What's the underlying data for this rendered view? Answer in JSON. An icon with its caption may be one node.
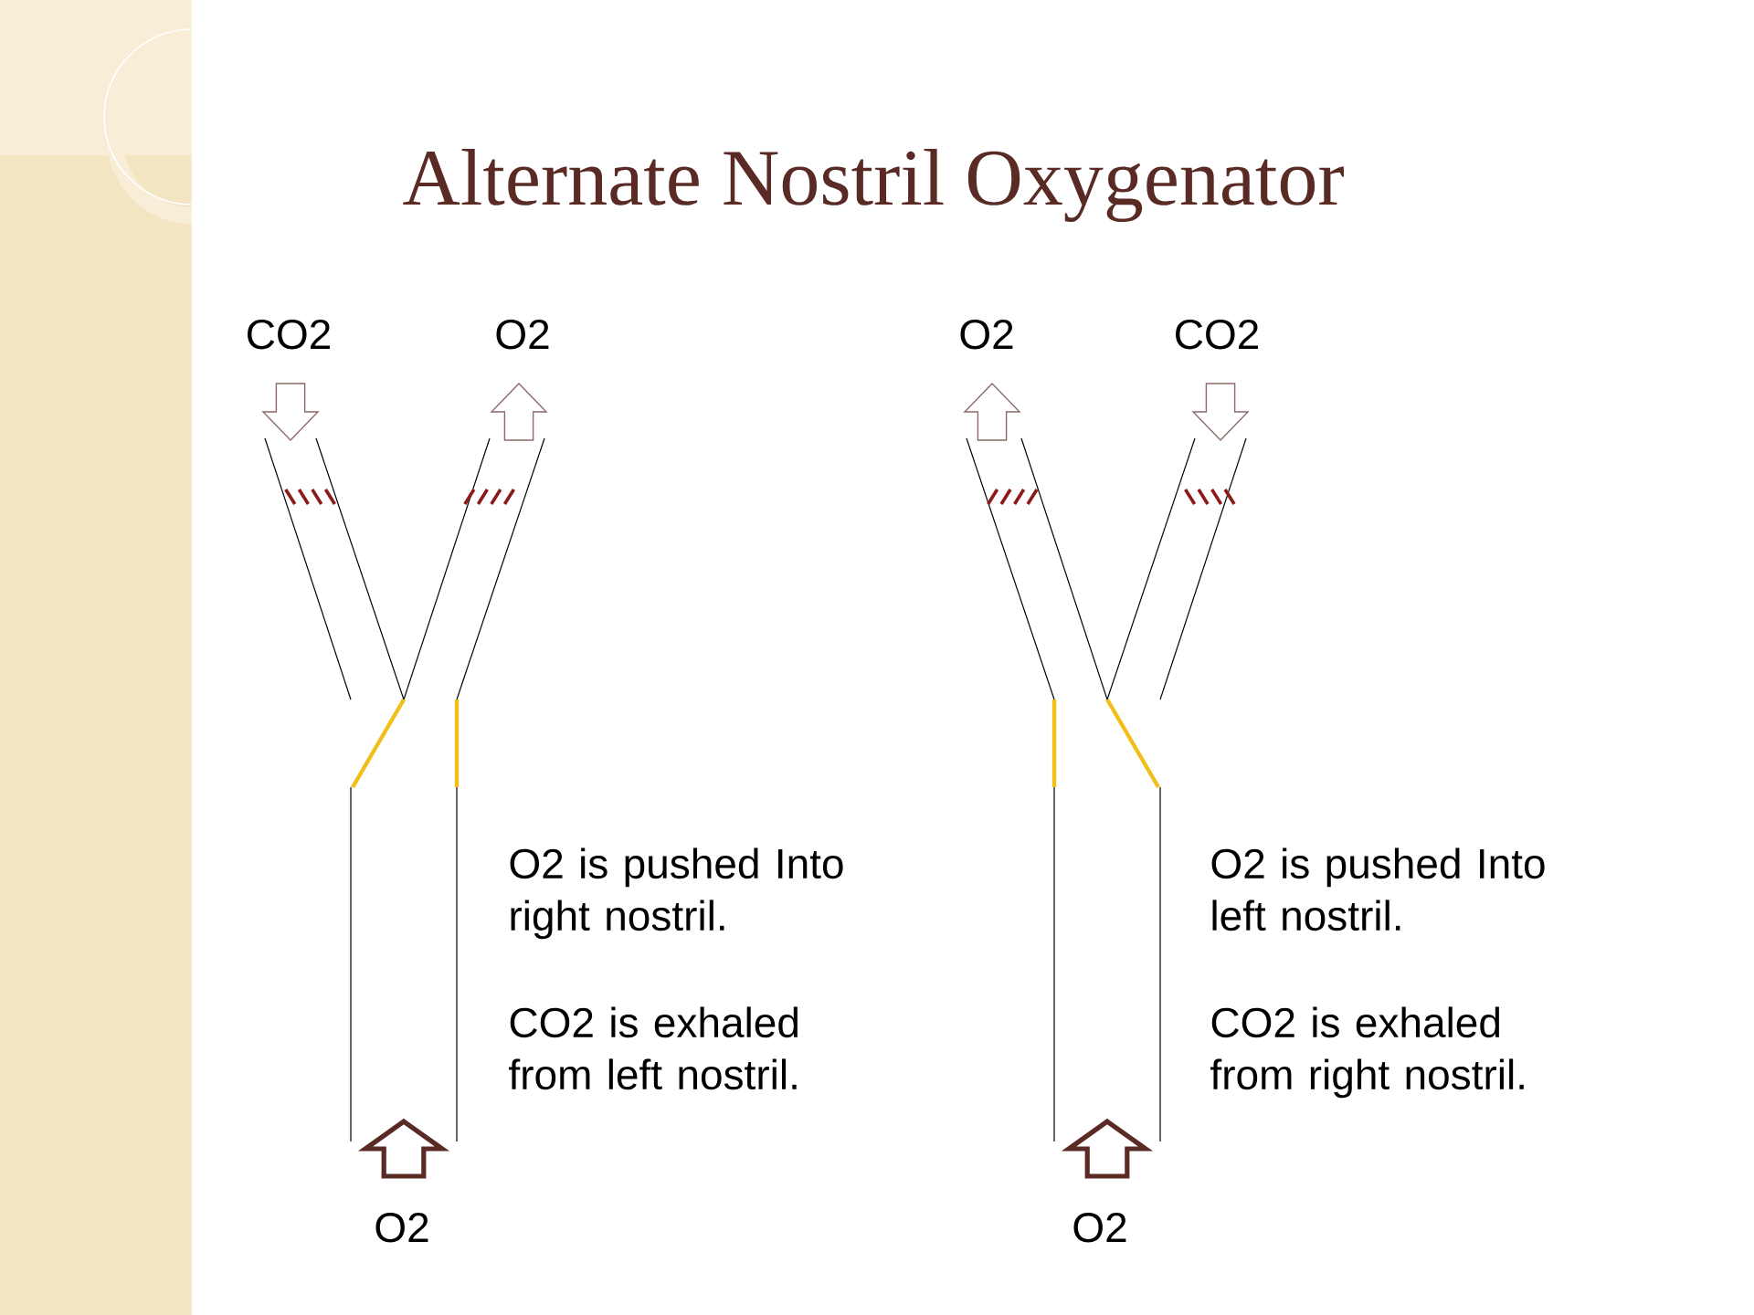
{
  "diagram": {
    "title": "Alternate Nostril Oxygenator",
    "labels": [
      "CO2",
      "O2",
      "O2",
      "CO2",
      "O2 is pushed Into right nostril.",
      "O2 is pushed Into left nostril.",
      "CO2 is exhaled from left nostril.",
      "CO2 is exhaled from right nostril.",
      "O2",
      "O2"
    ]
  }
}
